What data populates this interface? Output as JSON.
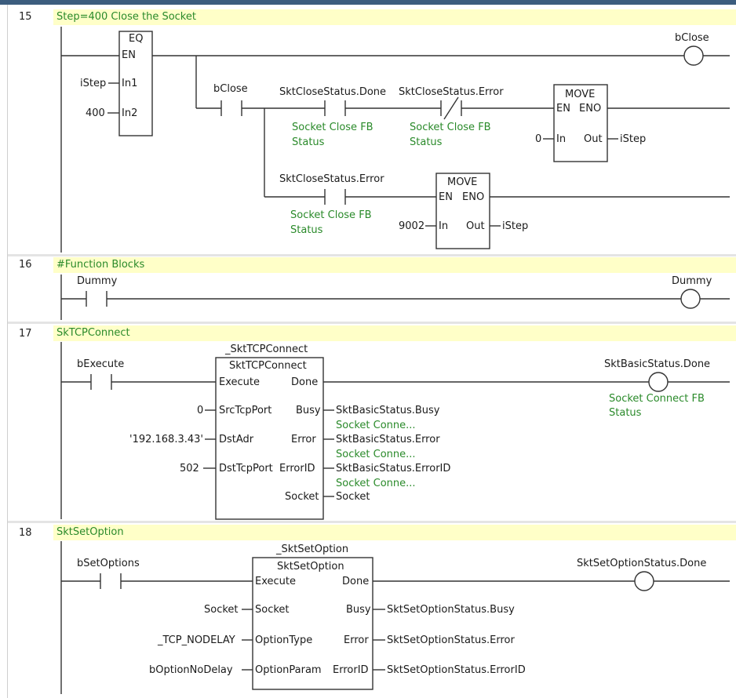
{
  "rungs": [
    {
      "number": "15",
      "comment": "Step=400 Close the Socket",
      "eq_block": {
        "title": "EQ",
        "en": "EN",
        "in1": "In1",
        "in2": "In2",
        "in1_var": "iStep",
        "in2_var": "400"
      },
      "contact1": {
        "var": "bClose"
      },
      "contact2": {
        "var": "SktCloseStatus.Done",
        "comment": [
          "Socket Close FB",
          "Status"
        ]
      },
      "contact3": {
        "var": "SktCloseStatus.Error",
        "comment": [
          "Socket Close FB",
          "Status"
        ]
      },
      "contact4": {
        "var": "SktCloseStatus.Error",
        "comment": [
          "Socket Close FB",
          "Status"
        ]
      },
      "move1": {
        "title": "MOVE",
        "en": "EN",
        "eno": "ENO",
        "in": "In",
        "out": "Out",
        "in_var": "0",
        "out_var": "iStep"
      },
      "move2": {
        "title": "MOVE",
        "en": "EN",
        "eno": "ENO",
        "in": "In",
        "out": "Out",
        "in_var": "9002",
        "out_var": "iStep"
      },
      "coil": {
        "var": "bClose"
      }
    },
    {
      "number": "16",
      "comment": "#Function Blocks",
      "contact": {
        "var": "Dummy"
      },
      "coil": {
        "var": "Dummy"
      }
    },
    {
      "number": "17",
      "comment": "SkTCPConnect",
      "contact": {
        "var": "bExecute"
      },
      "fb": {
        "instance": "_SktTCPConnect",
        "type": "SktTCPConnect",
        "execute": "Execute",
        "done": "Done",
        "inputs": [
          {
            "pin": "SrcTcpPort",
            "var": "0"
          },
          {
            "pin": "DstAdr",
            "var": "'192.168.3.43'"
          },
          {
            "pin": "DstTcpPort",
            "var": "502"
          }
        ],
        "outputs": [
          {
            "pin": "Busy",
            "var": "SktBasicStatus.Busy",
            "comment": "Socket Conne..."
          },
          {
            "pin": "Error",
            "var": "SktBasicStatus.Error",
            "comment": "Socket Conne..."
          },
          {
            "pin": "ErrorID",
            "var": "SktBasicStatus.ErrorID",
            "comment": "Socket Conne..."
          },
          {
            "pin": "Socket",
            "var": "Socket",
            "comment": ""
          }
        ]
      },
      "coil": {
        "var": "SktBasicStatus.Done",
        "comment": [
          "Socket Connect FB",
          "Status"
        ]
      }
    },
    {
      "number": "18",
      "comment": "SktSetOption",
      "contact": {
        "var": "bSetOptions"
      },
      "fb": {
        "instance": "_SktSetOption",
        "type": "SktSetOption",
        "execute": "Execute",
        "done": "Done",
        "inputs": [
          {
            "pin": "Socket",
            "var": "Socket"
          },
          {
            "pin": "OptionType",
            "var": "_TCP_NODELAY"
          },
          {
            "pin": "OptionParam",
            "var": "bOptionNoDelay"
          }
        ],
        "outputs": [
          {
            "pin": "Busy",
            "var": "SktSetOptionStatus.Busy"
          },
          {
            "pin": "Error",
            "var": "SktSetOptionStatus.Error"
          },
          {
            "pin": "ErrorID",
            "var": "SktSetOptionStatus.ErrorID"
          }
        ]
      },
      "coil": {
        "var": "SktSetOptionStatus.Done"
      }
    }
  ],
  "colors": {
    "comment_bg": "#ffffc8",
    "comment_text": "#2a8a2a",
    "wire": "#333333"
  }
}
